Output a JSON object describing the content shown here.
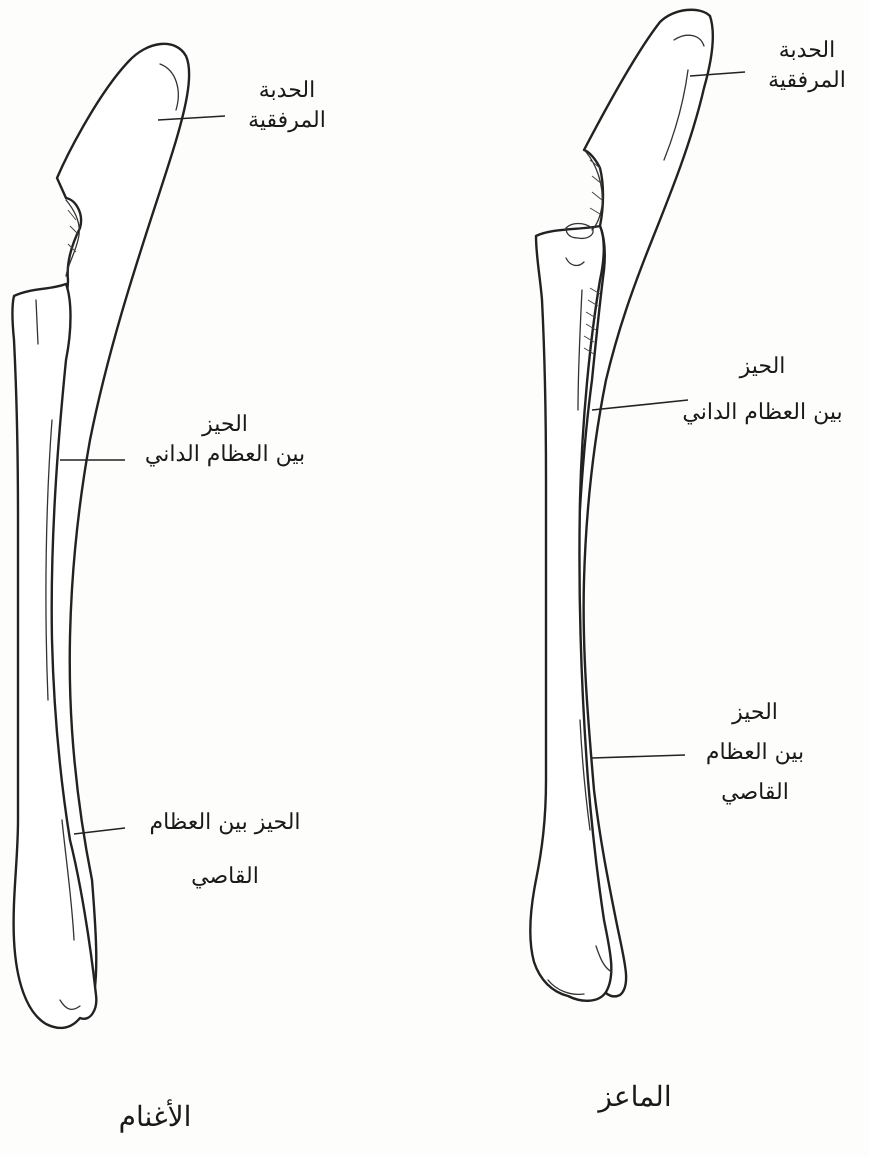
{
  "figures": [
    {
      "caption": "الأغنام",
      "labels": {
        "olecranon": [
          "الحدبة",
          "المرفقية"
        ],
        "proximal_interosseous": [
          "الحيز",
          "بين العظام الداني"
        ],
        "distal_interosseous": [
          "الحيز بين العظام",
          "القاصي"
        ]
      }
    },
    {
      "caption": "الماعز",
      "labels": {
        "olecranon": [
          "الحدبة",
          "المرفقية"
        ],
        "proximal_interosseous": [
          "الحيز",
          "بين العظام الداني"
        ],
        "distal_interosseous": [
          "الحيز",
          "بين العظام",
          "القاصي"
        ]
      }
    }
  ]
}
